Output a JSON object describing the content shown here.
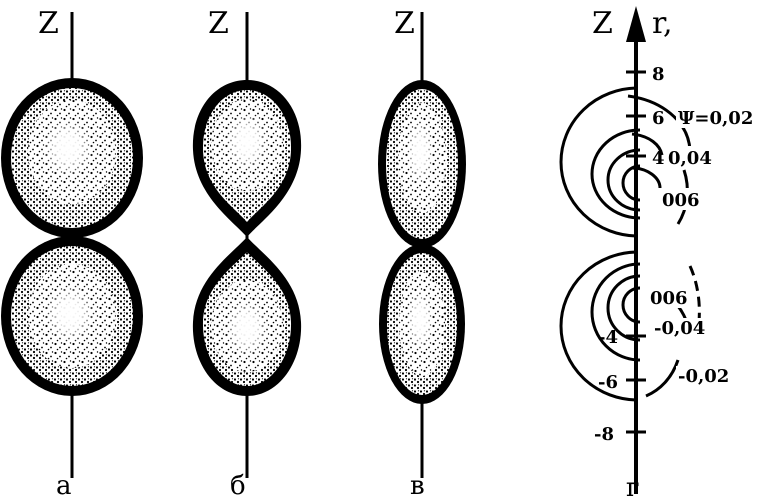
{
  "panels": [
    {
      "id": "a",
      "axis_label": "Z",
      "caption": "а"
    },
    {
      "id": "b",
      "axis_label": "Z",
      "caption": "б"
    },
    {
      "id": "v",
      "axis_label": "Z",
      "caption": "в"
    },
    {
      "id": "g",
      "axis_label": "Z",
      "r_label": "r,",
      "caption": "г"
    }
  ],
  "contour_panel": {
    "ticks": [
      "8",
      "6",
      "4",
      "-4",
      "-6",
      "-8"
    ],
    "psi_labels": [
      "Ψ=0,02",
      "0,04",
      "006",
      "006",
      "-0,04",
      "-0,02"
    ]
  },
  "colors": {
    "ink": "#000000",
    "background": "#ffffff"
  }
}
